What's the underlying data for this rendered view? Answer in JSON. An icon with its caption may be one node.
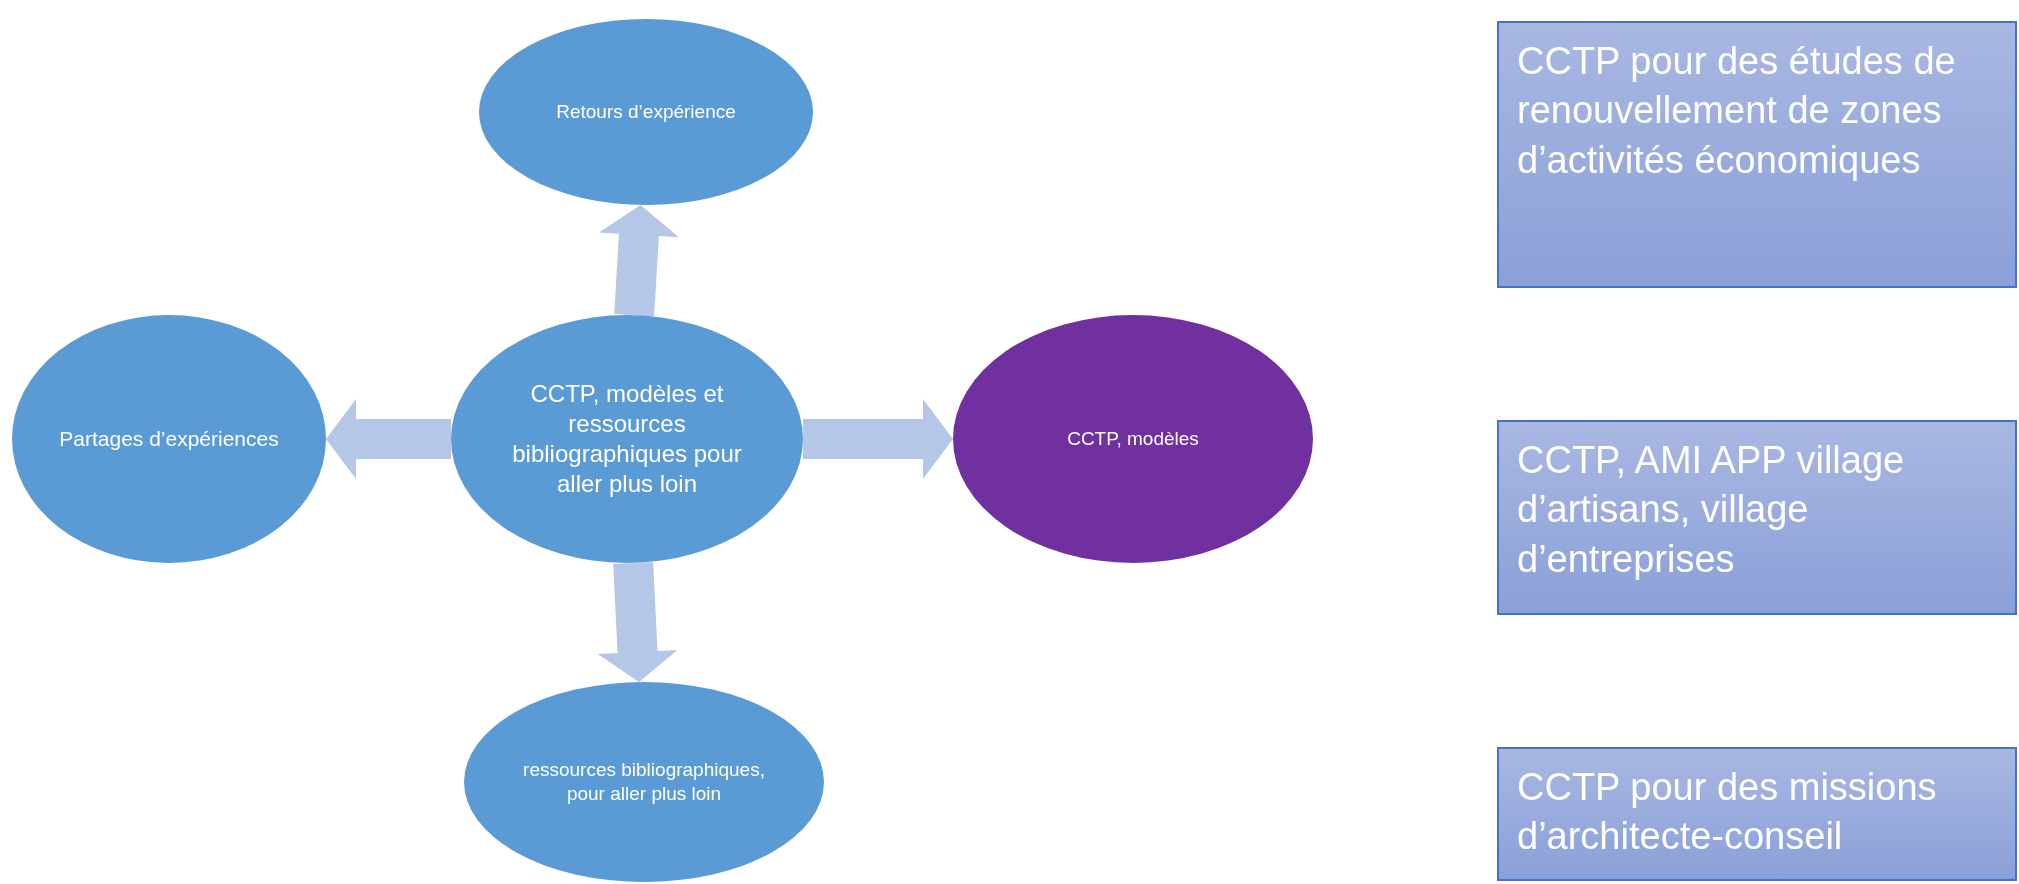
{
  "diagram": {
    "nodes": [
      {
        "text": [
          "Retours d’expérience"
        ]
      },
      {
        "text": [
          "Partages d’expériences"
        ]
      },
      {
        "text": [
          "CCTP, modèles et ressources bibliographiques pour aller plus loin"
        ]
      },
      {
        "text": [
          "CCTP, modèles"
        ]
      },
      {
        "text": [
          "ressources bibliographiques, pour aller plus loin"
        ]
      },
      {
        "text": [
          "CCTP pour des études de renouvellement de zones d’activités économiques"
        ]
      },
      {
        "text": [
          "CCTP, AMI APP village d’artisans, village d’entreprises"
        ]
      },
      {
        "text": [
          "CCTP pour des missions d’architecte-conseil"
        ]
      }
    ],
    "edges": [
      {
        "from": 2,
        "to": 0,
        "arrow": "to"
      },
      {
        "from": 2,
        "to": 1,
        "arrow": "to"
      },
      {
        "from": 2,
        "to": 3,
        "arrow": "to"
      },
      {
        "from": 2,
        "to": 4,
        "arrow": "to"
      }
    ]
  }
}
